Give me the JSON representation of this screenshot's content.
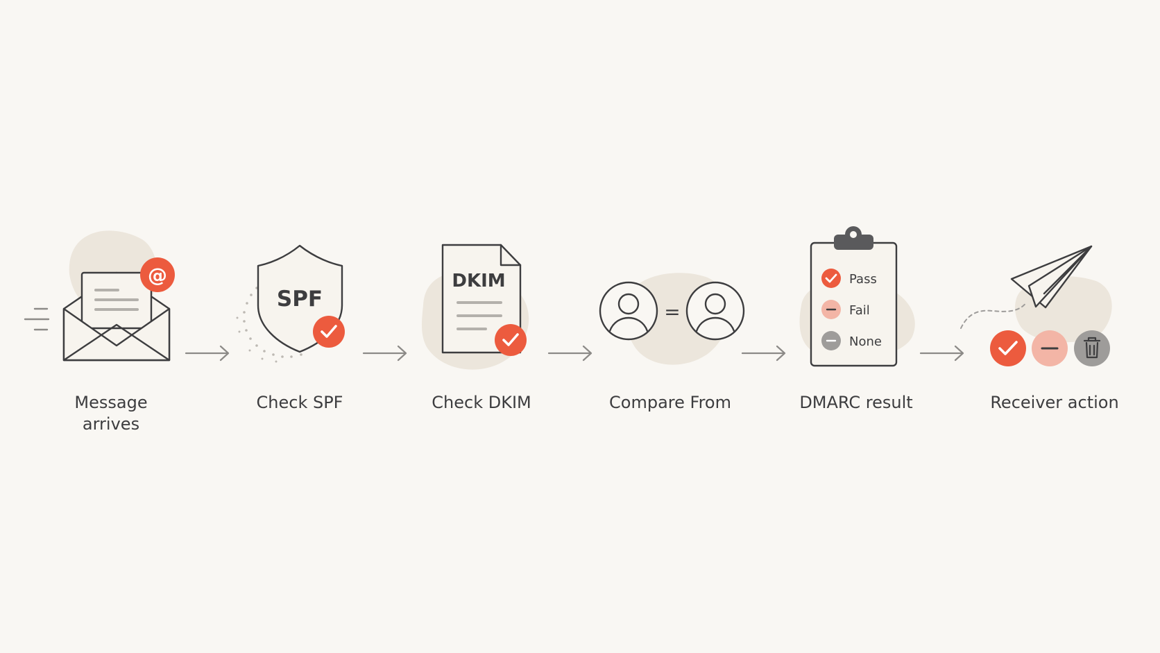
{
  "steps": [
    {
      "label": "Message arrives",
      "icon": "envelope-icon",
      "badge_icon": "at-sign-icon"
    },
    {
      "label": "Check SPF",
      "icon": "shield-icon",
      "icon_text": "SPF",
      "badge_icon": "check-icon"
    },
    {
      "label": "Check DKIM",
      "icon": "document-icon",
      "icon_text": "DKIM",
      "badge_icon": "check-icon"
    },
    {
      "label": "Compare From",
      "icon": "user-compare-icon",
      "equals": "="
    },
    {
      "label": "DMARC result",
      "icon": "clipboard-icon",
      "results": [
        "Pass",
        "Fail",
        "None"
      ]
    },
    {
      "label": "Receiver action",
      "icon": "paper-plane-icon",
      "actions": [
        "check-icon",
        "minus-icon",
        "trash-icon"
      ]
    }
  ],
  "colors": {
    "background": "#f9f7f3",
    "accent": "#ec5b3e",
    "accent_soft": "#f3b5a6",
    "neutral": "#9e9c9a",
    "ink": "#3d3d3f",
    "blob": "#ece6dc"
  }
}
